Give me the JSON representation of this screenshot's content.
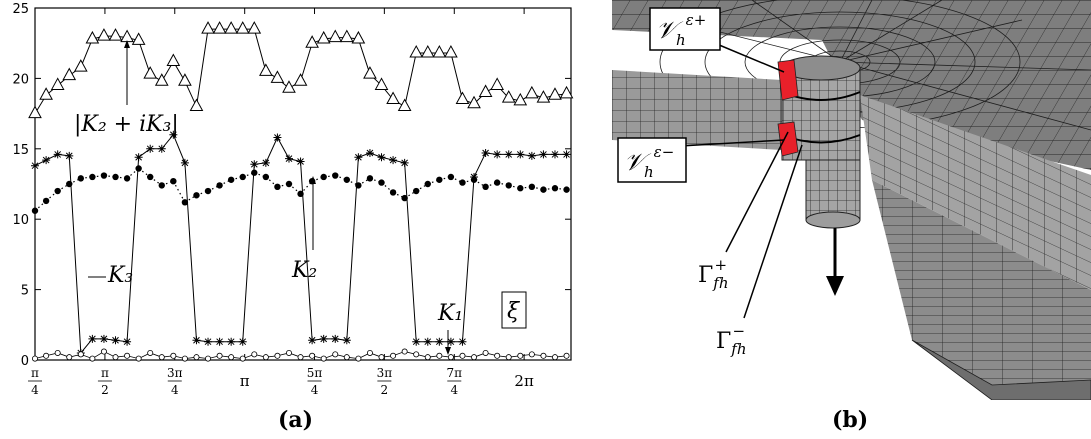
{
  "panel_a": {
    "caption": "(a)",
    "annotations": {
      "abs_label": "|K₂ + iK₃|",
      "k3": "K₃",
      "k2": "K₂",
      "k1": "K₁",
      "xi": "ξ"
    }
  },
  "panel_b": {
    "caption": "(b)",
    "labels": {
      "v_plus_base": "𝒱",
      "v_plus_sub": "h",
      "v_plus_sup": "ε+",
      "v_minus_base": "𝒱",
      "v_minus_sub": "h",
      "v_minus_sup": "ε−",
      "g_plus_base": "Γ",
      "g_plus_sub": "fh",
      "g_plus_sup": "+",
      "g_minus_base": "Γ",
      "g_minus_sub": "fh",
      "g_minus_sup": "−"
    },
    "colors": {
      "highlight": "#e8202a",
      "mesh": "#8a8a8a",
      "mesh_line": "#222222"
    }
  },
  "chart_data": {
    "type": "line",
    "title": "",
    "xlabel": "",
    "ylabel": "",
    "ylim": [
      0,
      25
    ],
    "xlim": [
      0.785,
      6.81
    ],
    "yticks": [
      "0",
      "5",
      "10",
      "15",
      "20",
      "25"
    ],
    "xticks": [
      {
        "v": 0.785,
        "num": "π",
        "den": "4"
      },
      {
        "v": 1.571,
        "num": "π",
        "den": "2"
      },
      {
        "v": 2.356,
        "num": "3π",
        "den": "4"
      },
      {
        "v": 3.142,
        "label": "π"
      },
      {
        "v": 3.927,
        "num": "5π",
        "den": "4"
      },
      {
        "v": 4.712,
        "num": "3π",
        "den": "2"
      },
      {
        "v": 5.498,
        "num": "7π",
        "den": "4"
      },
      {
        "v": 6.283,
        "label": "2π"
      }
    ],
    "x": [
      0.785,
      0.91,
      1.04,
      1.17,
      1.3,
      1.43,
      1.56,
      1.69,
      1.82,
      1.95,
      2.08,
      2.21,
      2.34,
      2.47,
      2.6,
      2.73,
      2.86,
      2.99,
      3.12,
      3.25,
      3.38,
      3.51,
      3.64,
      3.77,
      3.9,
      4.03,
      4.16,
      4.29,
      4.42,
      4.55,
      4.68,
      4.81,
      4.94,
      5.07,
      5.2,
      5.33,
      5.46,
      5.59,
      5.72,
      5.85,
      5.98,
      6.11,
      6.24,
      6.37,
      6.5,
      6.63,
      6.76
    ],
    "series": [
      {
        "name": "|K₂ + iK₃|",
        "marker": "triangle",
        "values": [
          17.5,
          18.8,
          19.5,
          20.2,
          20.8,
          22.8,
          23.0,
          23.0,
          22.9,
          22.7,
          20.3,
          19.8,
          21.2,
          19.8,
          18.0,
          23.5,
          23.5,
          23.5,
          23.5,
          23.5,
          20.5,
          20.0,
          19.3,
          19.8,
          22.5,
          22.8,
          22.9,
          22.9,
          22.8,
          20.3,
          19.5,
          18.5,
          18.0,
          21.8,
          21.8,
          21.8,
          21.8,
          18.5,
          18.2,
          19.0,
          19.5,
          18.6,
          18.4,
          18.9,
          18.6,
          18.8,
          18.9
        ]
      },
      {
        "name": "K₃",
        "marker": "star",
        "values": [
          13.8,
          14.2,
          14.6,
          14.5,
          0.5,
          1.5,
          1.5,
          1.4,
          1.3,
          14.4,
          15.0,
          15.0,
          16.0,
          14.0,
          1.4,
          1.3,
          1.3,
          1.3,
          1.3,
          13.9,
          14.0,
          15.8,
          14.3,
          14.1,
          1.4,
          1.5,
          1.5,
          1.4,
          14.4,
          14.7,
          14.4,
          14.2,
          14.0,
          1.3,
          1.3,
          1.3,
          1.3,
          1.3,
          13.0,
          14.7,
          14.6,
          14.6,
          14.6,
          14.5,
          14.6,
          14.6,
          14.6
        ]
      },
      {
        "name": "K₂",
        "marker": "dot",
        "values": [
          10.6,
          11.3,
          12.0,
          12.5,
          12.9,
          13.0,
          13.1,
          13.0,
          12.9,
          13.6,
          13.0,
          12.4,
          12.7,
          11.2,
          11.7,
          12.0,
          12.4,
          12.8,
          13.0,
          13.3,
          13.0,
          12.3,
          12.5,
          11.8,
          12.7,
          13.0,
          13.1,
          12.8,
          12.4,
          12.9,
          12.6,
          11.9,
          11.5,
          12.0,
          12.5,
          12.8,
          13.0,
          12.6,
          12.8,
          12.3,
          12.6,
          12.4,
          12.2,
          12.3,
          12.1,
          12.2,
          12.1
        ]
      },
      {
        "name": "K₁",
        "marker": "circle",
        "values": [
          0.1,
          0.3,
          0.5,
          0.2,
          0.4,
          0.1,
          0.6,
          0.2,
          0.3,
          0.1,
          0.5,
          0.2,
          0.3,
          0.1,
          0.2,
          0.1,
          0.3,
          0.2,
          0.1,
          0.4,
          0.2,
          0.3,
          0.5,
          0.2,
          0.3,
          0.1,
          0.4,
          0.2,
          0.1,
          0.5,
          0.2,
          0.3,
          0.6,
          0.4,
          0.2,
          0.3,
          0.2,
          0.3,
          0.2,
          0.5,
          0.3,
          0.2,
          0.3,
          0.4,
          0.3,
          0.2,
          0.3
        ]
      }
    ]
  }
}
